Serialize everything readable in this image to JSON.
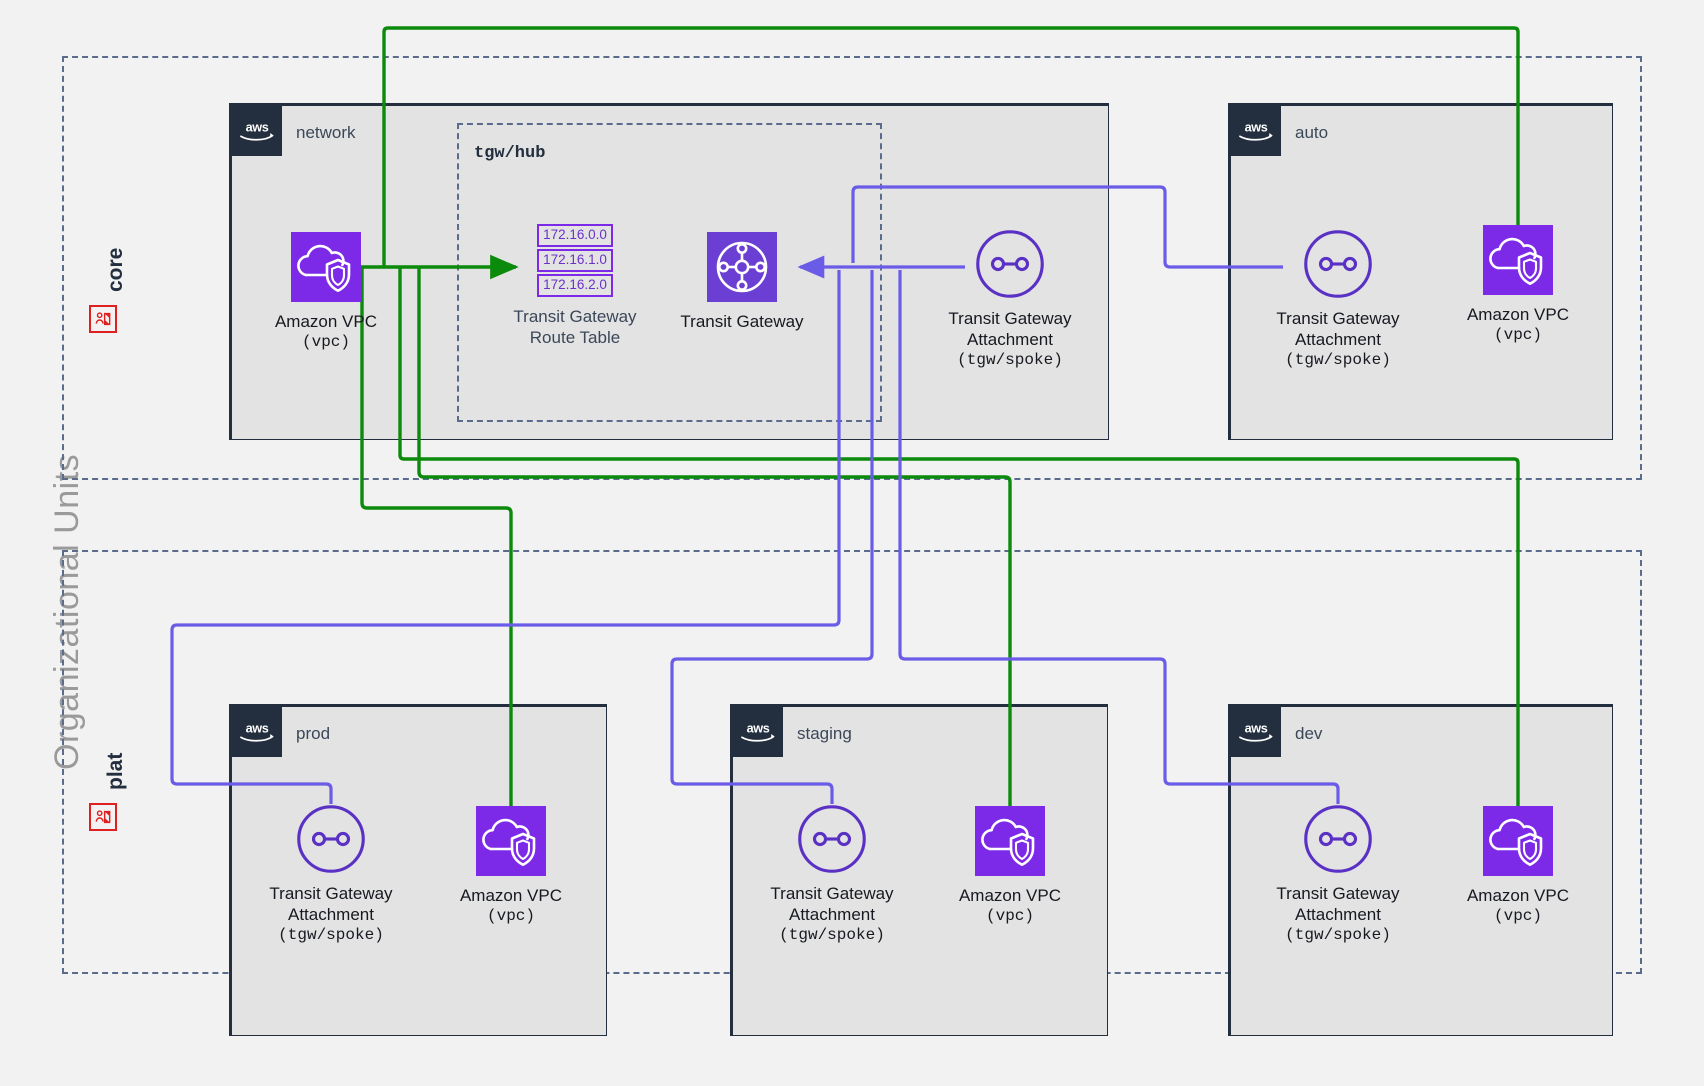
{
  "diagram": {
    "title": "Organizational Units",
    "ou_groups": [
      {
        "id": "core",
        "label": "core",
        "icon": "organizational-unit-icon"
      },
      {
        "id": "plat",
        "label": "plat",
        "icon": "organizational-unit-icon"
      }
    ]
  },
  "colors": {
    "aws_navy": "#232f3e",
    "vpc_purple": "#7d2ae8",
    "tgw_purple": "#5a31c4",
    "wire_green": "#0b8a0b",
    "wire_purple": "#6b5ce7",
    "ou_dash": "#5a6b8c",
    "ou_icon_red": "#e02020",
    "account_fill": "#e3e3e3",
    "canvas": "#f2f2f2"
  },
  "accounts": {
    "network": {
      "name": "network",
      "logo": "aws-logo",
      "hub": {
        "label": "tgw/hub",
        "route_table": {
          "entries": [
            "172.16.0.0",
            "172.16.1.0",
            "172.16.2.0"
          ],
          "caption_line1": "Transit Gateway",
          "caption_line2": "Route Table"
        },
        "transit_gateway": {
          "caption_line1": "Transit Gateway",
          "icon": "transit-gateway-icon"
        }
      },
      "vpc": {
        "caption_line1": "Amazon VPC",
        "caption_line2": "(vpc)",
        "icon": "amazon-vpc-icon"
      },
      "attachment": {
        "caption_line1": "Transit Gateway",
        "caption_line2": "Attachment",
        "caption_line3": "(tgw/spoke)",
        "icon": "transit-gateway-attachment-icon"
      }
    },
    "auto": {
      "name": "auto",
      "logo": "aws-logo",
      "attachment": {
        "caption_line1": "Transit Gateway",
        "caption_line2": "Attachment",
        "caption_line3": "(tgw/spoke)",
        "icon": "transit-gateway-attachment-icon"
      },
      "vpc": {
        "caption_line1": "Amazon VPC",
        "caption_line2": "(vpc)",
        "icon": "amazon-vpc-icon"
      }
    },
    "prod": {
      "name": "prod",
      "logo": "aws-logo",
      "attachment": {
        "caption_line1": "Transit Gateway",
        "caption_line2": "Attachment",
        "caption_line3": "(tgw/spoke)",
        "icon": "transit-gateway-attachment-icon"
      },
      "vpc": {
        "caption_line1": "Amazon VPC",
        "caption_line2": "(vpc)",
        "icon": "amazon-vpc-icon"
      }
    },
    "staging": {
      "name": "staging",
      "logo": "aws-logo",
      "attachment": {
        "caption_line1": "Transit Gateway",
        "caption_line2": "Attachment",
        "caption_line3": "(tgw/spoke)",
        "icon": "transit-gateway-attachment-icon"
      },
      "vpc": {
        "caption_line1": "Amazon VPC",
        "caption_line2": "(vpc)",
        "icon": "amazon-vpc-icon"
      }
    },
    "dev": {
      "name": "dev",
      "logo": "aws-logo",
      "attachment": {
        "caption_line1": "Transit Gateway",
        "caption_line2": "Attachment",
        "caption_line3": "(tgw/spoke)",
        "icon": "transit-gateway-attachment-icon"
      },
      "vpc": {
        "caption_line1": "Amazon VPC",
        "caption_line2": "(vpc)",
        "icon": "amazon-vpc-icon"
      }
    }
  }
}
